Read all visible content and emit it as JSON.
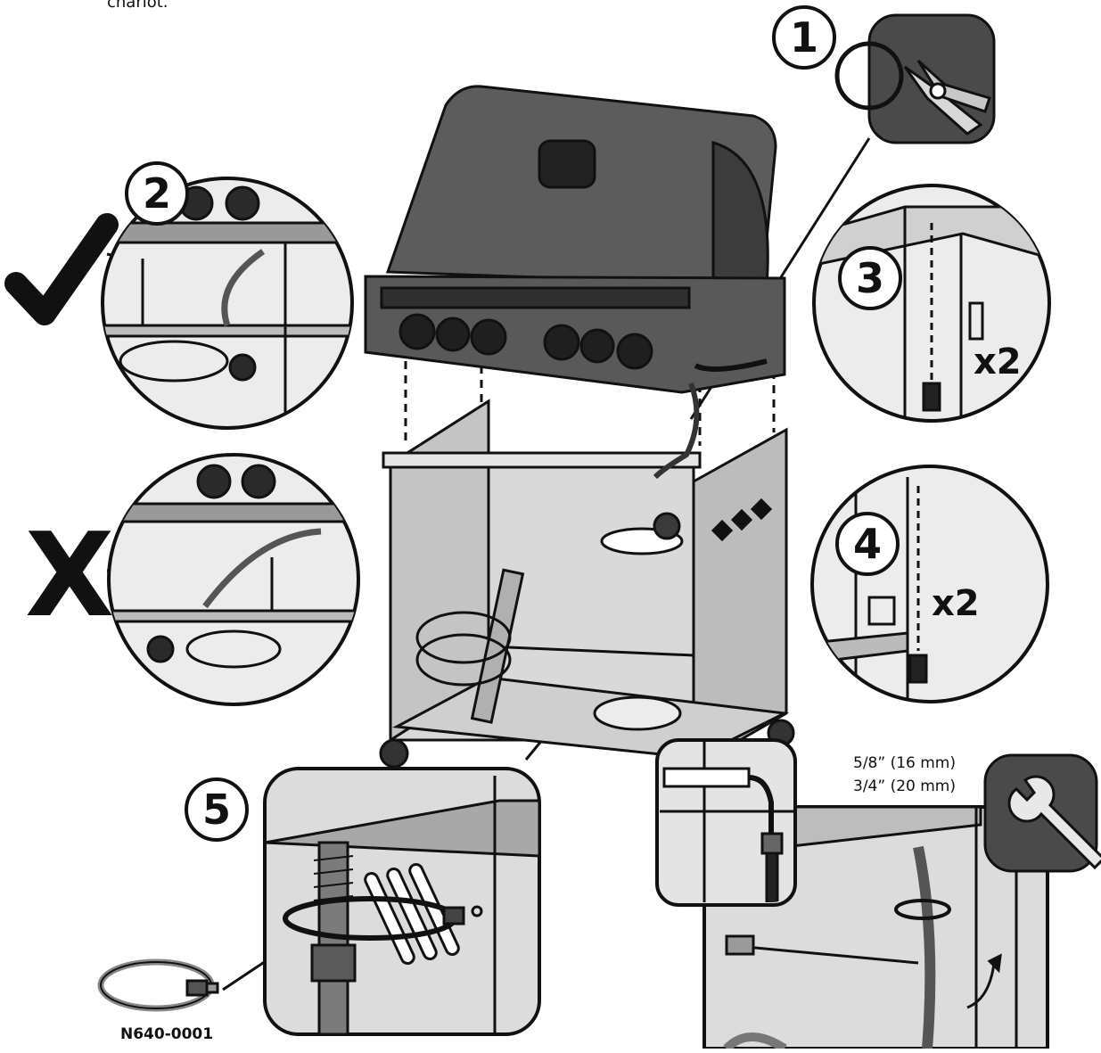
{
  "header": {
    "fragment": "chariot."
  },
  "steps": [
    {
      "number": "1"
    },
    {
      "number": "2"
    },
    {
      "number": "3",
      "quantity": "x2"
    },
    {
      "number": "4",
      "quantity": "x2"
    },
    {
      "number": "5"
    }
  ],
  "marks": {
    "incorrect": "X"
  },
  "hardware": {
    "part_number": "N640-0001"
  },
  "wrench_sizes": [
    "5/8” (16 mm)",
    "3/4” (20 mm)"
  ],
  "colors": {
    "ink": "#111111",
    "panel_dark": "#4a4a4a",
    "metal_grey": "#8a8a8a",
    "paper": "#ffffff"
  },
  "icons": [
    "check-mark-icon",
    "cross-mark-icon",
    "wire-cutter-icon",
    "wrench-icon",
    "cable-tie-icon",
    "bolt-icon"
  ]
}
